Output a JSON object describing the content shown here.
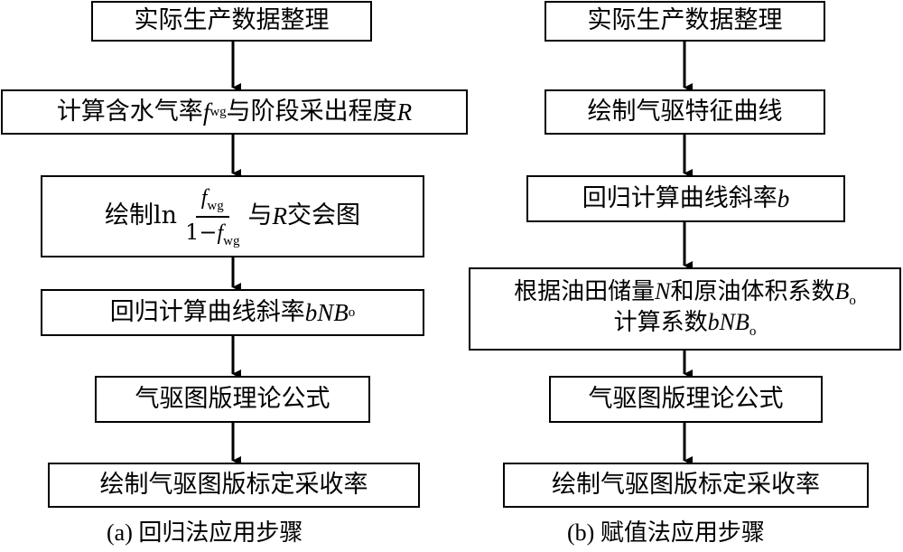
{
  "left": {
    "step1": "实际生产数据整理",
    "step2_prefix": "计算含水气率",
    "step2_f": "f",
    "step2_sub": "wg",
    "step2_mid": "与阶段采出程度",
    "step2_R": "R",
    "step3_prefix": "绘制ln",
    "step3_num_f": "f",
    "step3_num_sub": "wg",
    "step3_den_1": "1−",
    "step3_den_f": "f",
    "step3_den_sub": "wg",
    "step3_mid": "与",
    "step3_R": "R",
    "step3_suffix": "交会图",
    "step4_prefix": "回归计算曲线斜率",
    "step4_bNB": "bNB",
    "step4_sub": "o",
    "step5": "气驱图版理论公式",
    "step6": "绘制气驱图版标定采收率",
    "caption": "(a) 回归法应用步骤"
  },
  "right": {
    "step1": "实际生产数据整理",
    "step2": "绘制气驱特征曲线",
    "step3_prefix": "回归计算曲线斜率",
    "step3_b": "b",
    "step4_line1_prefix": "根据油田储量",
    "step4_N": "N",
    "step4_mid": "和原油体积系数",
    "step4_B": "B",
    "step4_Bsub": "o",
    "step4_line2_prefix": "计算系数",
    "step4_bNB": "bNB",
    "step4_sub": "o",
    "step5": "气驱图版理论公式",
    "step6": "绘制气驱图版标定采收率",
    "caption": "(b) 赋值法应用步骤"
  }
}
